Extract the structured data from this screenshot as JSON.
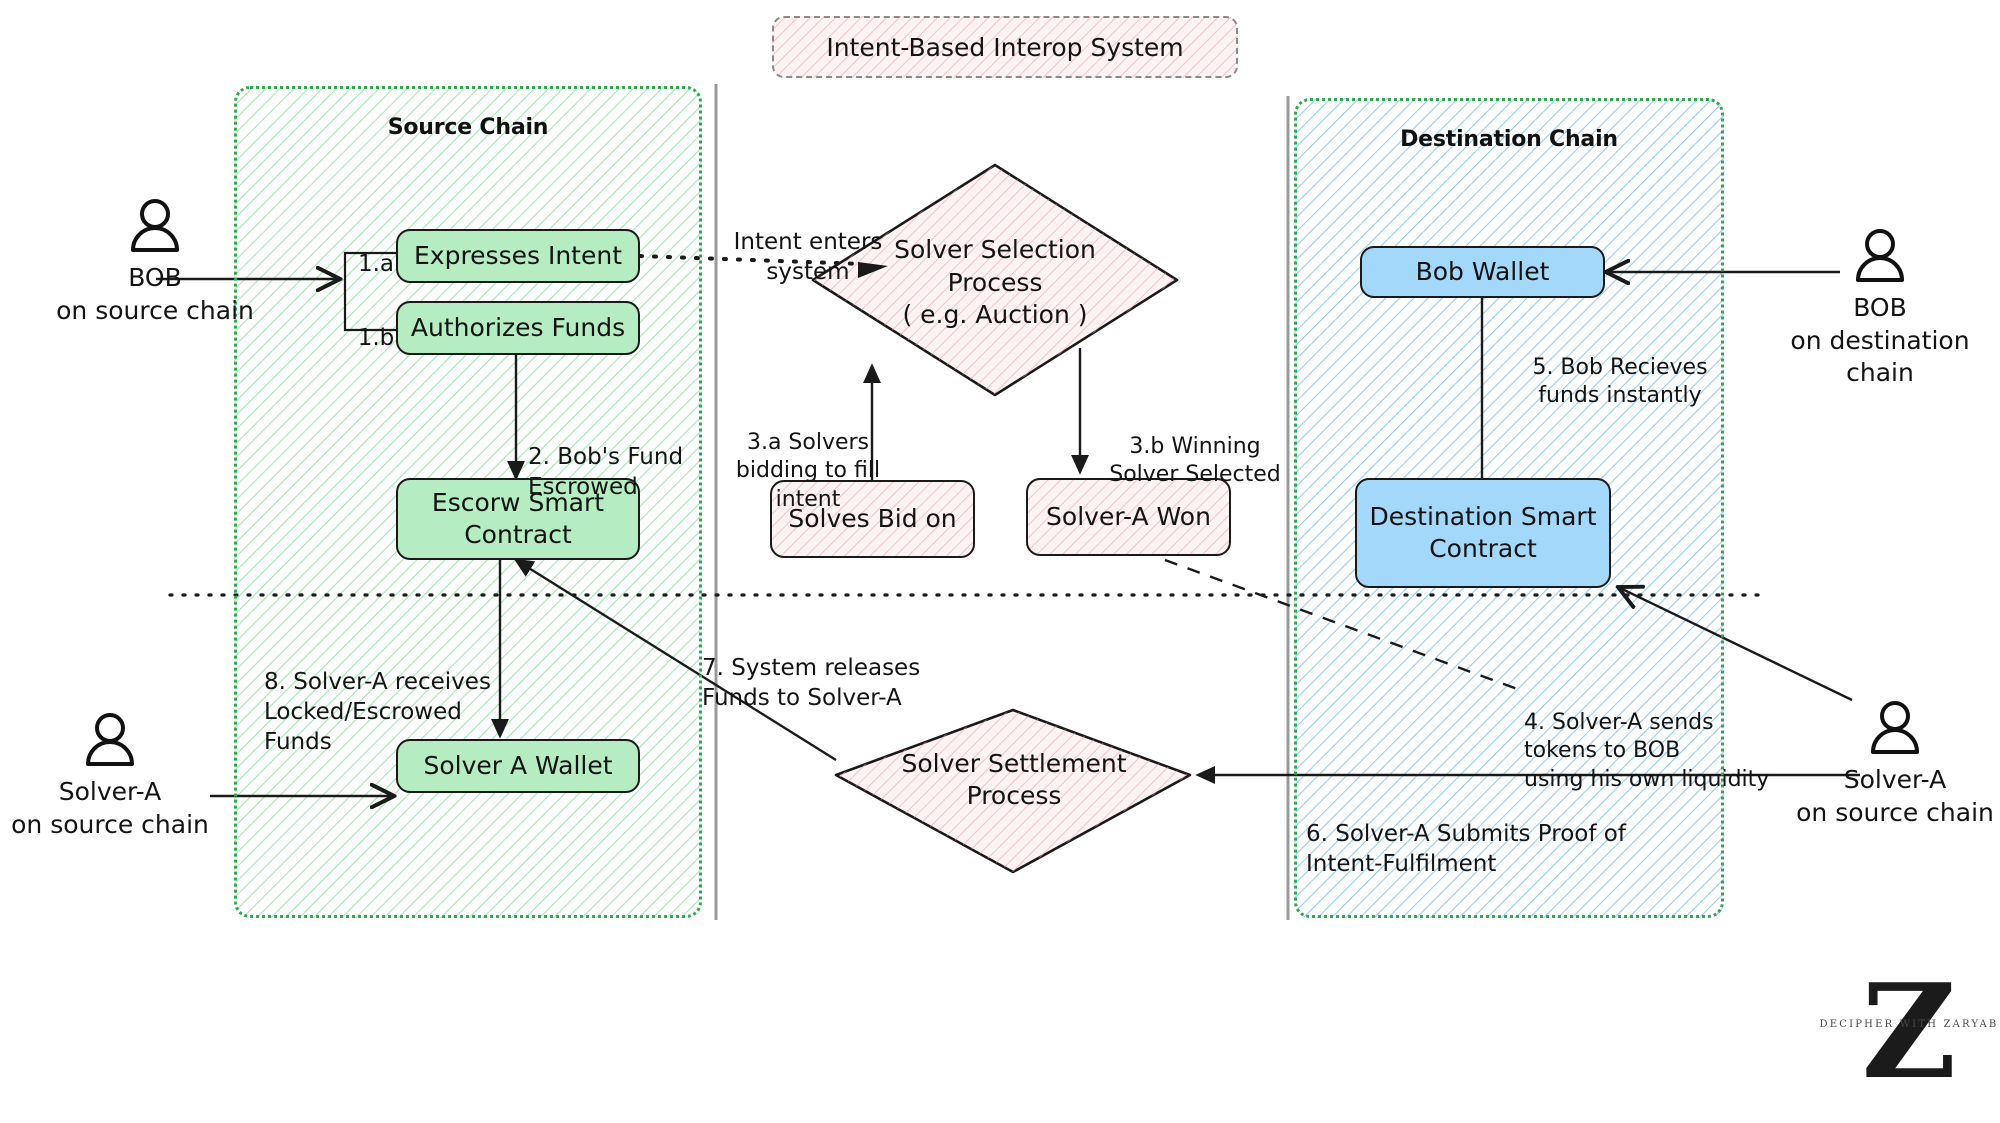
{
  "title": {
    "text": "Intent-Based Interop System"
  },
  "lanes": [
    {
      "id": "source-chain",
      "title": "Source Chain",
      "fill": "#e8f8ec",
      "hatch": "#59cf7c",
      "border": "#2fa84f"
    },
    {
      "id": "destination-chain",
      "title": "Destination Chain",
      "fill": "#eaf5fd",
      "hatch": "#7fc0ea",
      "border": "#2fa84f"
    }
  ],
  "nodes": {
    "expresses_intent": "Expresses Intent",
    "authorizes_funds": "Authorizes Funds",
    "escrow_contract": "Escorw Smart\nContract",
    "solver_a_wallet": "Solver A Wallet",
    "solver_selection": "Solver Selection\nProcess\n( e.g. Auction )",
    "solves_bid_on": "Solves Bid on",
    "solver_a_won": "Solver-A Won",
    "solver_settlement": "Solver Settlement\nProcess",
    "bob_wallet": "Bob Wallet",
    "destination_contract": "Destination Smart\nContract"
  },
  "actors": [
    {
      "id": "bob-source",
      "name": "BOB",
      "sub": "on source chain"
    },
    {
      "id": "bob-destination",
      "name": "BOB",
      "sub": "on destination chain"
    },
    {
      "id": "solver-a-source-left",
      "name": "Solver-A",
      "sub": "on source chain"
    },
    {
      "id": "solver-a-source-right",
      "name": "Solver-A",
      "sub": "on source chain"
    }
  ],
  "step_markers": {
    "one_a": "1.a",
    "one_b": "1.b"
  },
  "edge_labels": {
    "intent_enters": "Intent enters\nsystem",
    "bobs_fund_escrowed": "2. Bob's Fund\nEscrowed",
    "solvers_bidding": "3.a Solvers\nbidding to fill\nintent",
    "winning_solver": "3.b Winning\nSolver Selected",
    "solver_sends_tokens": "4. Solver-A sends\ntokens to BOB\nusing his own liquidity",
    "bob_receives": "5. Bob  Recieves\nfunds instantly",
    "submits_proof": "6. Solver-A Submits Proof of\nIntent-Fulfilment",
    "system_releases": "7. System releases\nFunds to Solver-A",
    "solver_receives_locked": "8. Solver-A receives\nLocked/Escrowed\nFunds"
  },
  "logo": {
    "letter": "Z",
    "tagline": "DECIPHER WITH ZARYAB"
  },
  "colors": {
    "green_node": "#b5ecc2",
    "blue_node": "#a4d8fa",
    "pink_hatch": "#e8a0a8",
    "stroke": "#1a1a1a",
    "lane_border": "#2fa84f",
    "divider": "#9a9a9a"
  }
}
